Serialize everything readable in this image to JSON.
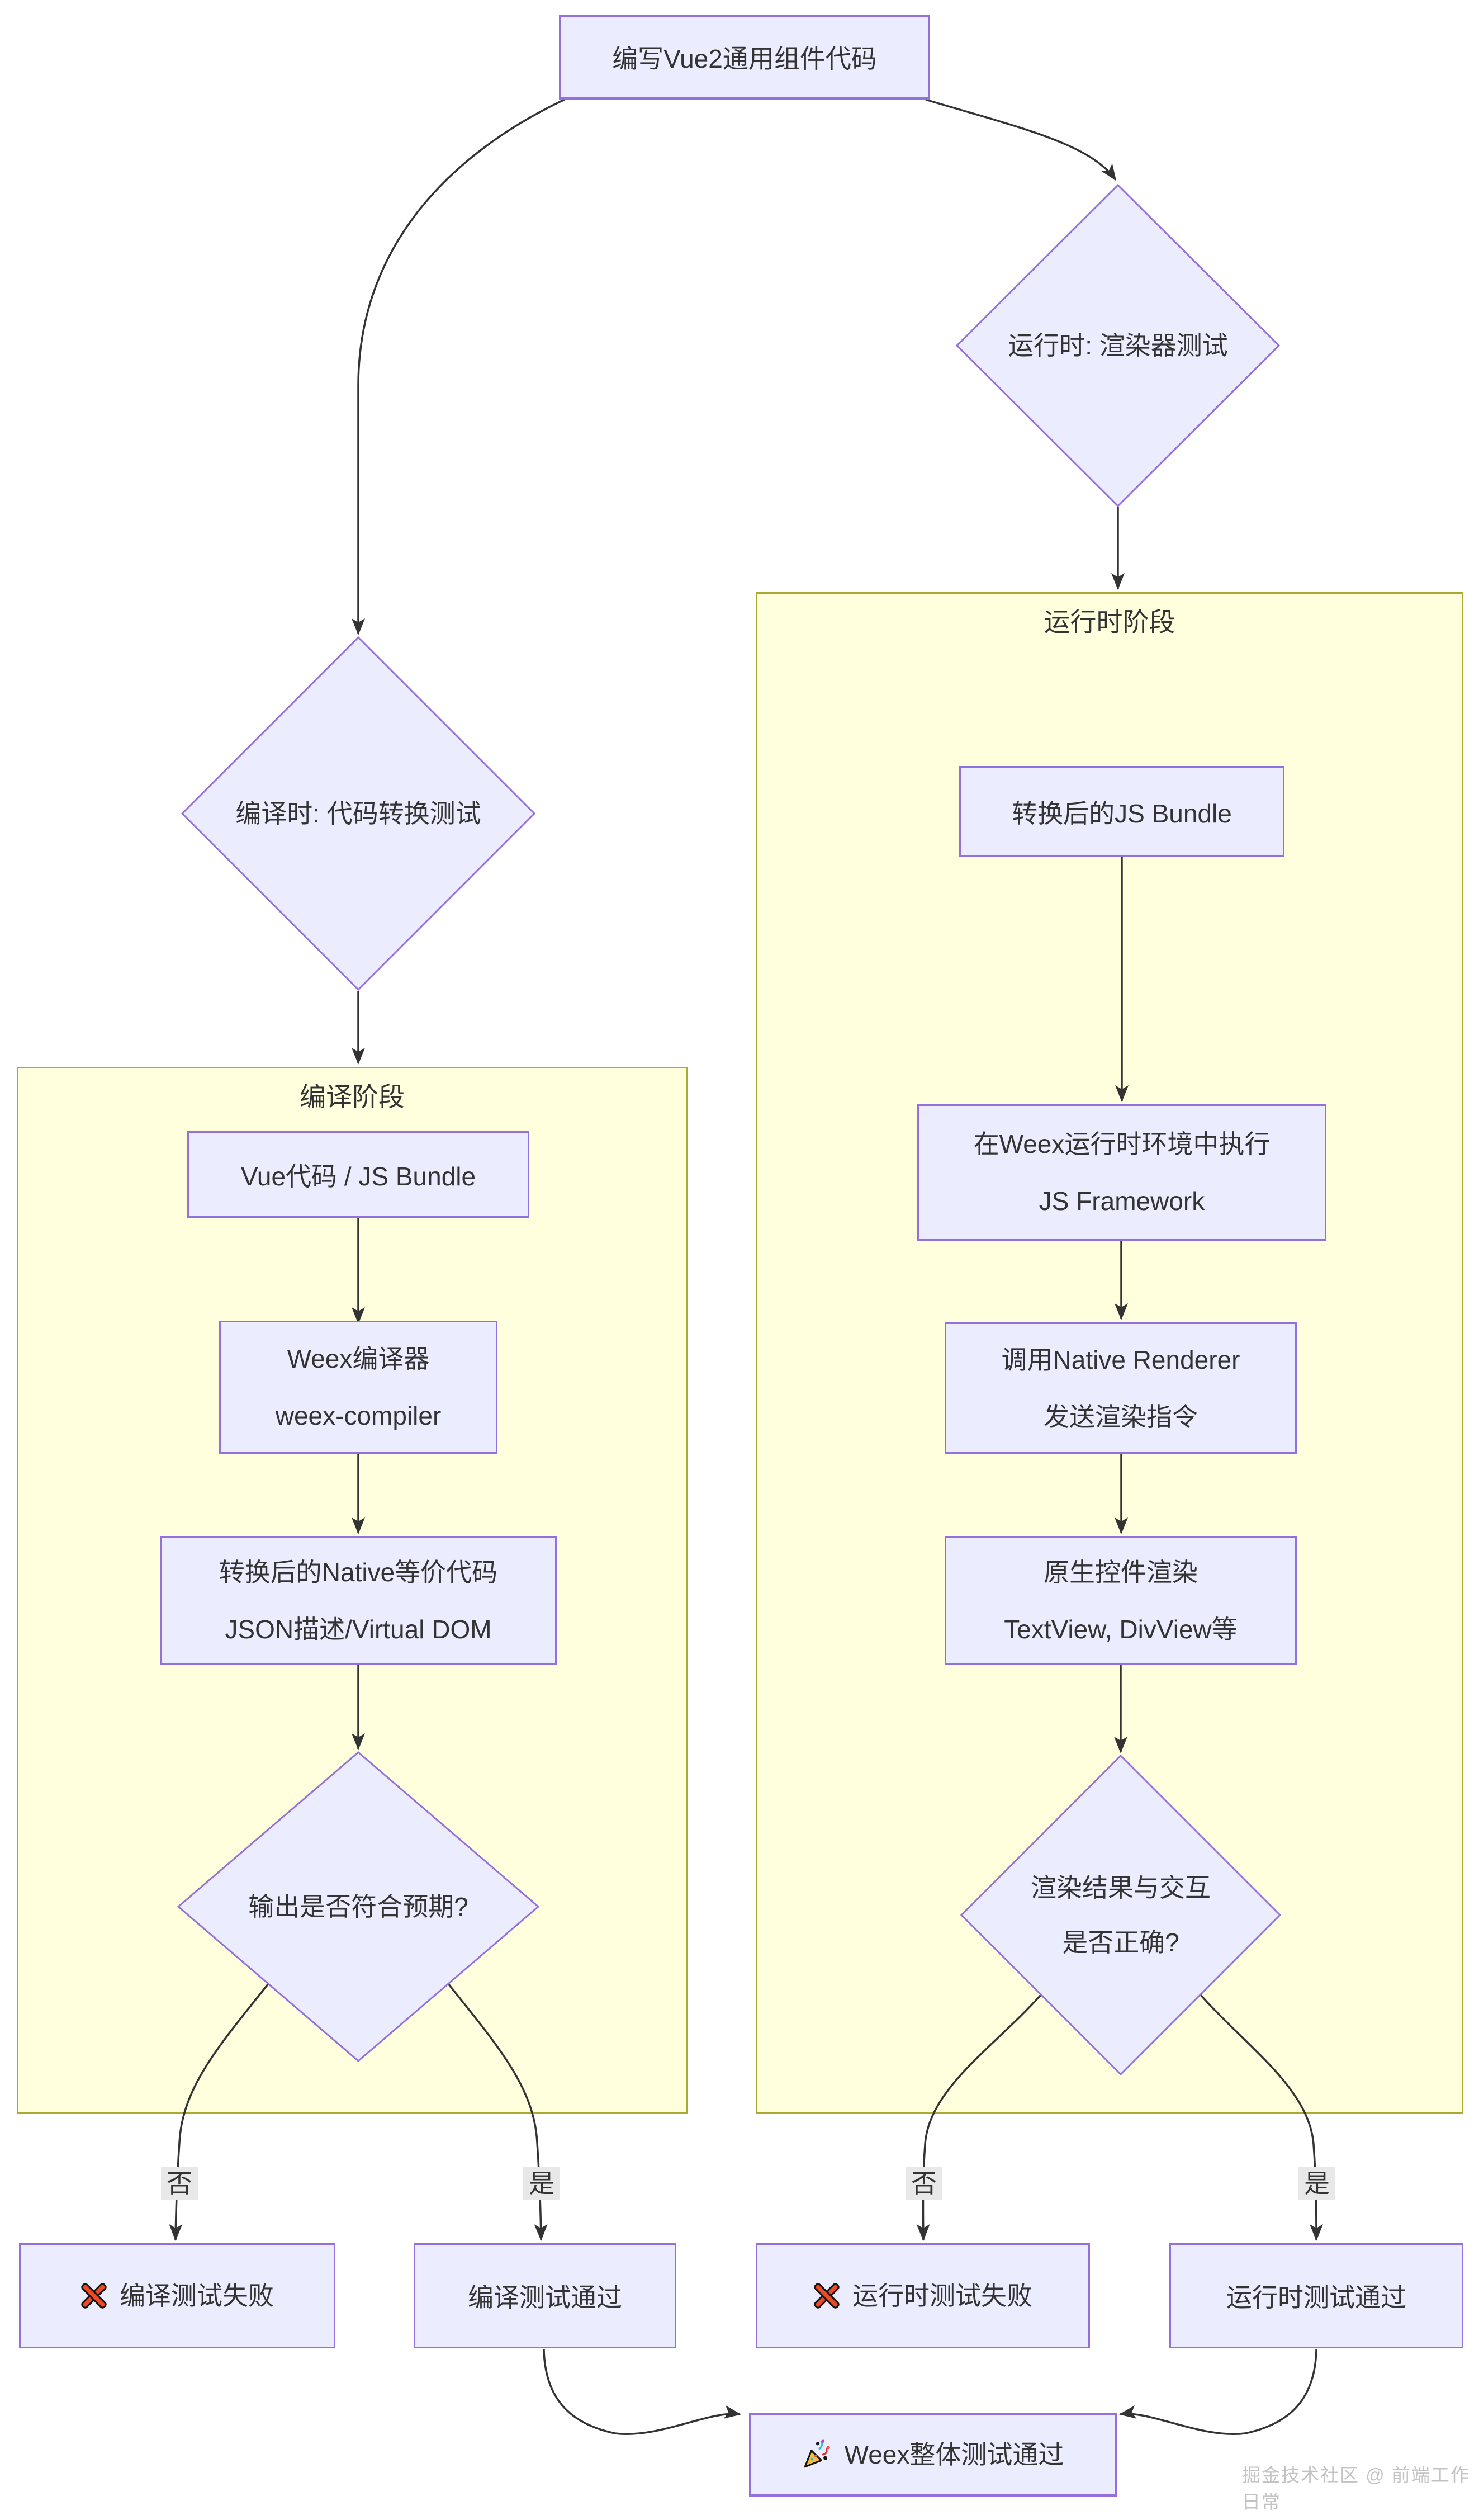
{
  "nodes": {
    "start": {
      "label": "编写Vue2通用组件代码"
    },
    "runtime_decision": {
      "label": "运行时: 渲染器测试"
    },
    "compile_decision": {
      "label": "编译时: 代码转换测试"
    },
    "vue_code": {
      "label": "Vue代码 / JS Bundle"
    },
    "weex_compiler": {
      "line1": "Weex编译器",
      "line2": "weex-compiler"
    },
    "native_equivalent": {
      "line1": "转换后的Native等价代码",
      "line2": "JSON描述/Virtual DOM"
    },
    "compile_check": {
      "label": "输出是否符合预期?"
    },
    "js_bundle": {
      "label": "转换后的JS Bundle"
    },
    "js_framework": {
      "line1": "在Weex运行时环境中执行",
      "line2": "JS Framework"
    },
    "native_renderer": {
      "line1": "调用Native Renderer",
      "line2": "发送渲染指令"
    },
    "native_render": {
      "line1": "原生控件渲染",
      "line2": "TextView, DivView等"
    },
    "runtime_check": {
      "line1": "渲染结果与交互",
      "line2": "是否正确?"
    },
    "compile_fail": {
      "label": "编译测试失败",
      "icon": "cross-mark-icon"
    },
    "compile_pass": {
      "label": "编译测试通过"
    },
    "runtime_fail": {
      "label": "运行时测试失败",
      "icon": "cross-mark-icon"
    },
    "runtime_pass": {
      "label": "运行时测试通过"
    },
    "final_pass": {
      "label": "Weex整体测试通过",
      "icon": "party-popper-icon"
    }
  },
  "clusters": {
    "compile": {
      "title": "编译阶段"
    },
    "runtime": {
      "title": "运行时阶段"
    }
  },
  "edge_labels": {
    "compile_no": "否",
    "compile_yes": "是",
    "runtime_no": "否",
    "runtime_yes": "是"
  },
  "watermark": "掘金技术社区 @ 前端工作日常",
  "colors": {
    "node_fill": "#ECECFF",
    "node_border": "#9370DB",
    "cluster_fill": "#FFFFDE",
    "cluster_border": "#AAAA33",
    "edge_stroke": "#333333",
    "text": "#333333",
    "edge_label_bg": "#E8E8E8",
    "fail_icon_red": "#F04A24",
    "party_cone_yellow": "#FBC02D"
  }
}
